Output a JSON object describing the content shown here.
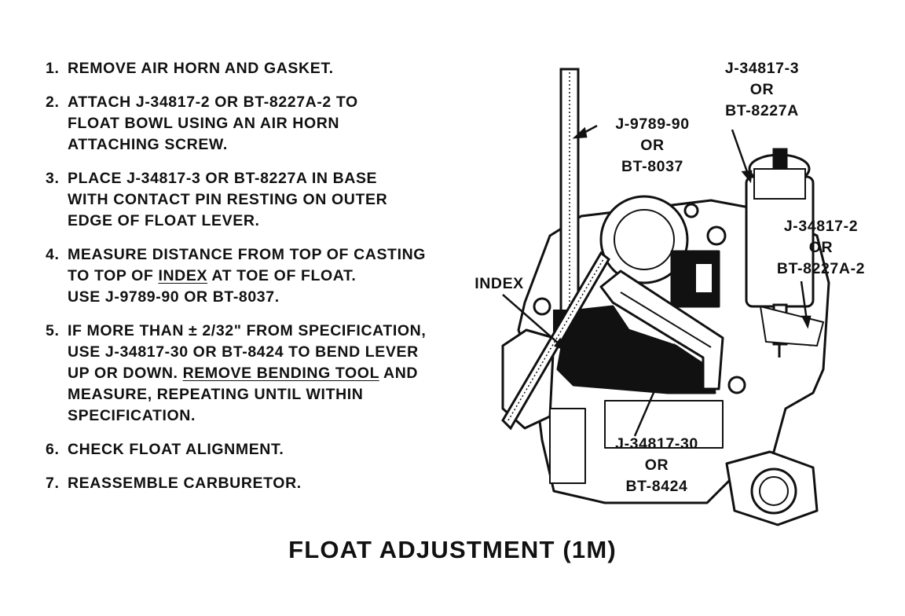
{
  "steps": [
    {
      "num": "1.",
      "lines": [
        "REMOVE AIR HORN AND GASKET."
      ]
    },
    {
      "num": "2.",
      "lines": [
        "ATTACH J-34817-2 OR BT-8227A-2 TO",
        "FLOAT BOWL USING AN AIR HORN",
        "ATTACHING SCREW."
      ]
    },
    {
      "num": "3.",
      "lines": [
        "PLACE J-34817-3 OR BT-8227A IN BASE",
        "WITH CONTACT PIN RESTING ON OUTER",
        "EDGE OF FLOAT LEVER."
      ]
    },
    {
      "num": "4.",
      "lines": [
        "MEASURE DISTANCE FROM TOP OF CASTING",
        "TO TOP OF INDEX AT TOE OF FLOAT.",
        "USE J-9789-90 OR BT-8037."
      ]
    },
    {
      "num": "5.",
      "lines": [
        "IF MORE THAN ± 2/32\" FROM SPECIFICATION,",
        "USE J-34817-30  OR BT-8424 TO BEND LEVER",
        "UP OR DOWN. REMOVE BENDING TOOL AND",
        "MEASURE, REPEATING UNTIL WITHIN",
        "SPECIFICATION."
      ]
    },
    {
      "num": "6.",
      "lines": [
        "CHECK FLOAT ALIGNMENT."
      ]
    },
    {
      "num": "7.",
      "lines": [
        "REASSEMBLE CARBURETOR."
      ]
    }
  ],
  "labels": {
    "tool_3": [
      "J-34817-3",
      "OR",
      "BT-8227A"
    ],
    "gauge": [
      "J-9789-90",
      "OR",
      "BT-8037"
    ],
    "base_2": [
      "J-34817-2",
      "OR",
      "BT-8227A-2"
    ],
    "index": [
      "INDEX"
    ],
    "bender": [
      "J-34817-30",
      "OR",
      "BT-8424"
    ]
  },
  "caption": "FLOAT ADJUSTMENT (1M)"
}
